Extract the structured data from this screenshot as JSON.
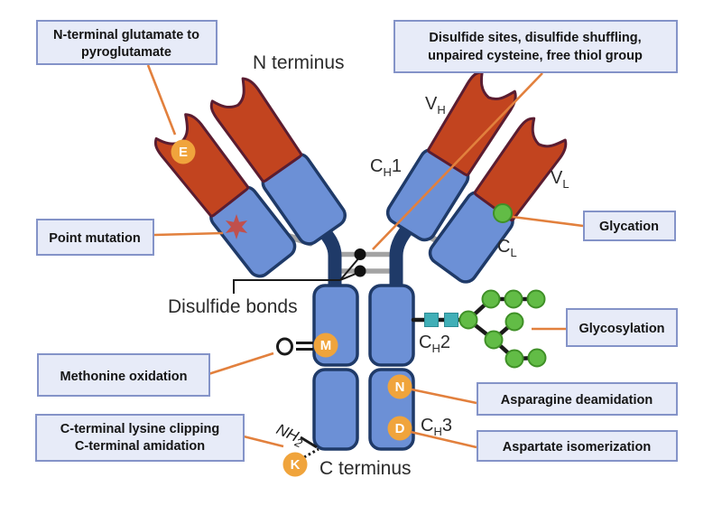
{
  "figure_labels": {
    "n_terminus": "N terminus",
    "c_terminus": "C terminus",
    "disulfide_bonds": "Disulfide bonds"
  },
  "domain_labels": {
    "vh": {
      "base": "V",
      "sub": "H",
      "suffix": ""
    },
    "ch1": {
      "base": "C",
      "sub": "H",
      "suffix": "1"
    },
    "vl": {
      "base": "V",
      "sub": "L",
      "suffix": ""
    },
    "cl": {
      "base": "C",
      "sub": "L",
      "suffix": ""
    },
    "ch2": {
      "base": "C",
      "sub": "H",
      "suffix": "2"
    },
    "ch3": {
      "base": "C",
      "sub": "H",
      "suffix": "3"
    },
    "amine": {
      "base": "NH",
      "sub": "2"
    }
  },
  "callouts": {
    "n_terminal_pyroglutamate": {
      "line1": "N-terminal glutamate to",
      "line2": "pyroglutamate"
    },
    "point_mutation": {
      "line1": "Point mutation"
    },
    "disulfide_sites": {
      "line1": "Disulfide sites, disulfide shuffling,",
      "line2": "unpaired cysteine, free thiol group"
    },
    "glycation": {
      "line1": "Glycation"
    },
    "glycosylation": {
      "line1": "Glycosylation"
    },
    "asparagine_deamidation": {
      "line1": "Asparagine deamidation"
    },
    "aspartate_isomerization": {
      "line1": "Aspartate isomerization"
    },
    "methonine_oxidation": {
      "line1": "Methonine oxidation"
    },
    "c_terminal": {
      "line1": "C-terminal lysine clipping",
      "line2": "C-terminal amidation"
    }
  },
  "site_markers": {
    "glutamate": "E",
    "methionine": "M",
    "asparagine": "N",
    "aspartate": "D",
    "lysine": "K"
  },
  "colors": {
    "variable_domain_red": "#C2441F",
    "variable_domain_border": "#5A1D31",
    "constant_domain_blue": "#6C90D6",
    "heavy_chain_navy": "#1F3A68",
    "connector_gray": "#A3A3A3",
    "marker_orange": "#F0A43C",
    "glycan_green": "#62BC46",
    "glycan_green_border": "#3F9027",
    "glycan_teal": "#41AFB7",
    "callout_fill": "#E7EBF8",
    "callout_border": "#8493C8",
    "leader_orange": "#E2803D",
    "mutation_star_red": "#C0504D",
    "text_dark": "#212121"
  }
}
